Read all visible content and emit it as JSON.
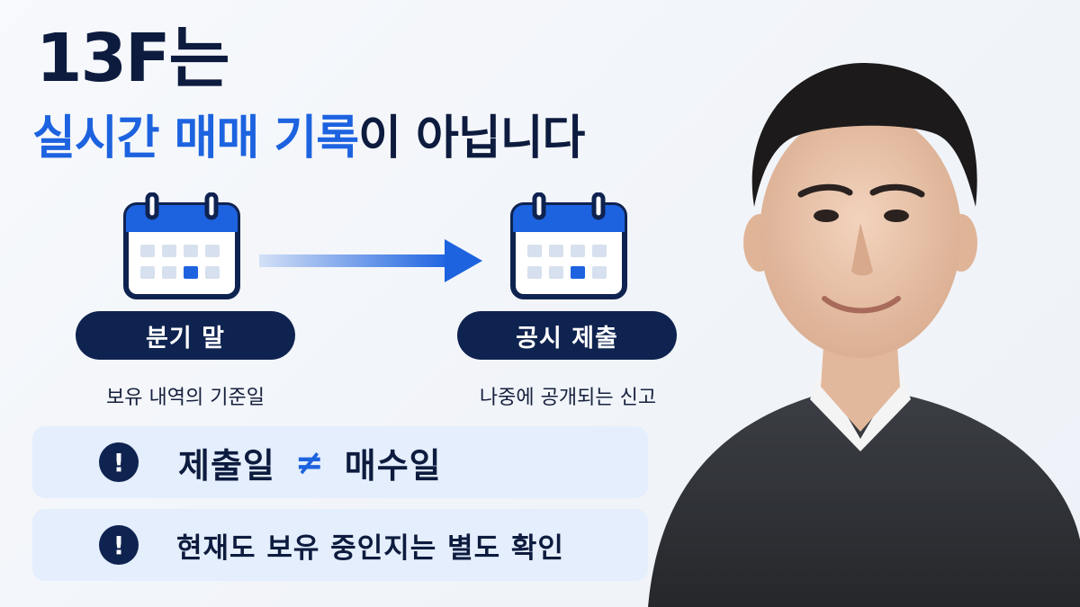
{
  "headline": {
    "line1": "13F는",
    "line2_blue": "실시간 매매 기록",
    "line2_dark": "이 아닙니다"
  },
  "timeline": {
    "left": {
      "label": "분기 말",
      "caption": "보유 내역의 기준일"
    },
    "right": {
      "label": "공시 제출",
      "caption": "나중에 공개되는 신고"
    }
  },
  "notices": [
    {
      "icon": "exclamation-icon",
      "left_text": "제출일",
      "symbol": "≠",
      "right_text": "매수일"
    },
    {
      "icon": "exclamation-icon",
      "text": "현재도 보유 중인지는 별도 확인"
    }
  ],
  "icons": {
    "badge": "!"
  },
  "colors": {
    "navy": "#0f2350",
    "blue": "#1d63e0",
    "light_panel": "#e4eefc"
  }
}
